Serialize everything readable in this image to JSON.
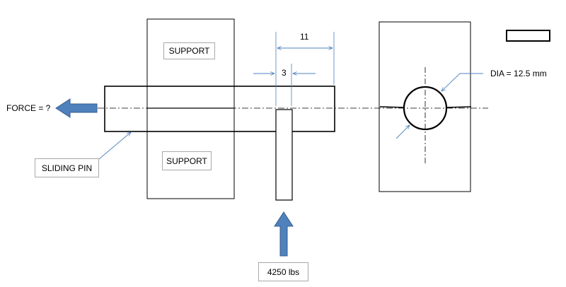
{
  "labels": {
    "support_top": "SUPPORT",
    "support_bottom": "SUPPORT",
    "force": "FORCE = ?",
    "sliding_pin": "SLIDING PIN",
    "load": "4250 lbs",
    "dim_large": "11",
    "dim_small": "3",
    "diameter": "DIA = 12.5 mm"
  },
  "colors": {
    "outline": "#000000",
    "arrow_fill": "#4f81bd",
    "arrow_stroke": "#385d8a",
    "dimension": "#4f81bd",
    "label_border": "#a8a8a8"
  }
}
